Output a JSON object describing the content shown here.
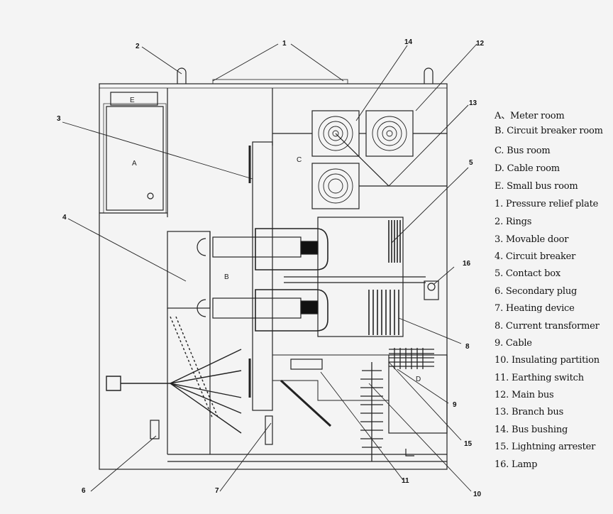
{
  "legend": [
    "A、Meter room",
    "B. Circuit breaker room",
    "C. Bus room",
    "D. Cable room",
    "E. Small bus room",
    "1. Pressure relief plate",
    "2. Rings",
    "3. Movable door",
    "4. Circuit breaker",
    "5. Contact box",
    "6. Secondary plug",
    "7. Heating device",
    "8. Current transformer",
    "9. Cable",
    "10. Insulating partition",
    "11. Earthing switch",
    "12. Main bus",
    "13. Branch bus",
    "14. Bus bushing",
    "15. Lightning arrester",
    "16. Lamp"
  ],
  "rooms": {
    "a": "A",
    "b": "B",
    "c": "C",
    "d": "D",
    "e": "E"
  },
  "callouts": {
    "c1": "1",
    "c2": "2",
    "c3": "3",
    "c4": "4",
    "c5": "5",
    "c6": "6",
    "c7": "7",
    "c8": "8",
    "c9": "9",
    "c10": "10",
    "c11": "11",
    "c12": "12",
    "c13": "13",
    "c14": "14",
    "c15": "15",
    "c16": "16"
  }
}
